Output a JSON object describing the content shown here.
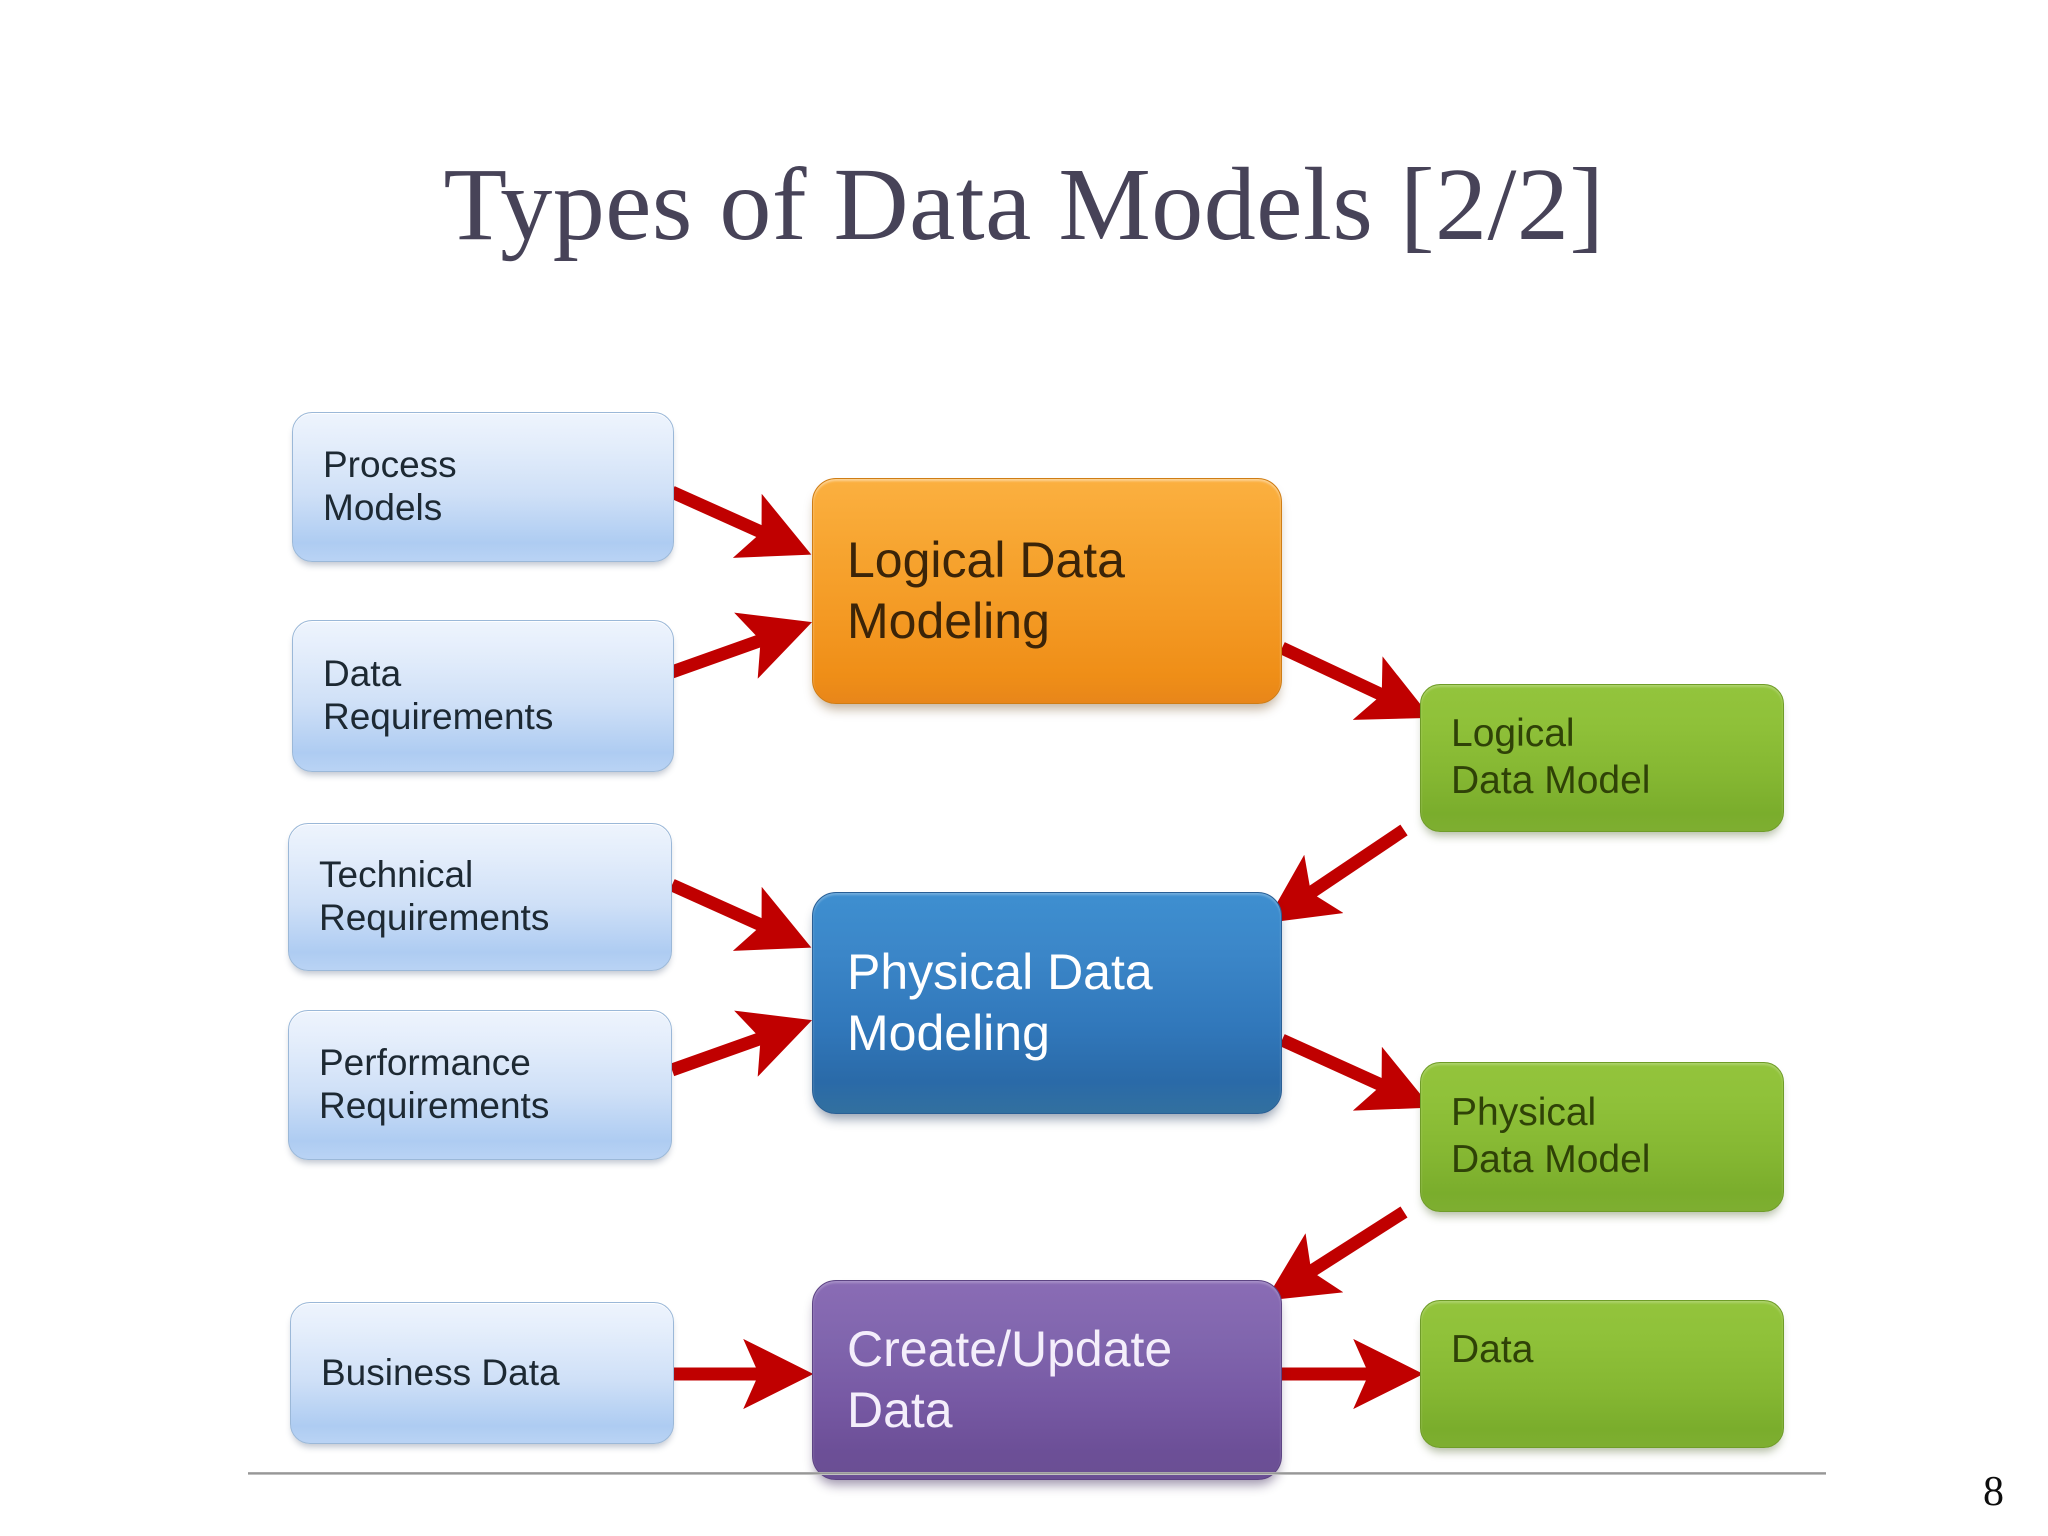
{
  "slide": {
    "title": "Types of Data Models [2/2]",
    "page_number": "8",
    "title_color": "#474358",
    "background_color": "#ffffff"
  },
  "diagram": {
    "type": "flowchart",
    "arrow_color": "#C00000",
    "inputs": [
      {
        "id": "process-models",
        "label": "Process\nModels",
        "color": "#cfe0f7"
      },
      {
        "id": "data-requirements",
        "label": "Data\nRequirements",
        "color": "#cfe0f7"
      },
      {
        "id": "technical-requirements",
        "label": "Technical\nRequirements",
        "color": "#cfe0f7"
      },
      {
        "id": "performance-requirements",
        "label": "Performance\nRequirements",
        "color": "#cfe0f7"
      },
      {
        "id": "business-data",
        "label": "Business Data",
        "color": "#cfe0f7"
      }
    ],
    "processes": [
      {
        "id": "logical-data-modeling",
        "label": "Logical Data\nModeling",
        "color": "#f49a24"
      },
      {
        "id": "physical-data-modeling",
        "label": "Physical Data\nModeling",
        "color": "#3178bb"
      },
      {
        "id": "create-update-data",
        "label": "Create/Update\nData",
        "color": "#7759a4"
      }
    ],
    "outputs": [
      {
        "id": "logical-data-model",
        "label": "Logical\nData Model",
        "color": "#85b732"
      },
      {
        "id": "physical-data-model",
        "label": "Physical\nData Model",
        "color": "#85b732"
      },
      {
        "id": "data",
        "label": "Data",
        "color": "#85b732"
      }
    ],
    "connections": [
      {
        "from": "process-models",
        "to": "logical-data-modeling"
      },
      {
        "from": "data-requirements",
        "to": "logical-data-modeling"
      },
      {
        "from": "logical-data-modeling",
        "to": "logical-data-model"
      },
      {
        "from": "logical-data-model",
        "to": "physical-data-modeling"
      },
      {
        "from": "technical-requirements",
        "to": "physical-data-modeling"
      },
      {
        "from": "performance-requirements",
        "to": "physical-data-modeling"
      },
      {
        "from": "physical-data-modeling",
        "to": "physical-data-model"
      },
      {
        "from": "physical-data-model",
        "to": "create-update-data"
      },
      {
        "from": "business-data",
        "to": "create-update-data"
      },
      {
        "from": "create-update-data",
        "to": "data"
      }
    ]
  }
}
